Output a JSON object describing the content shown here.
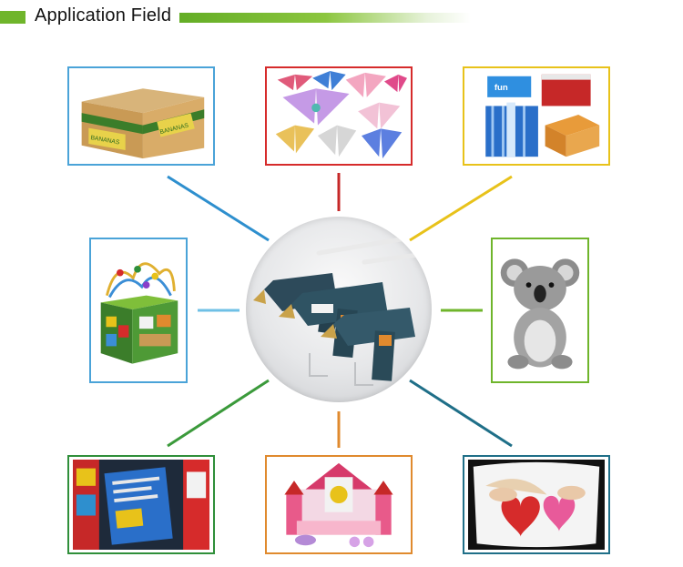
{
  "header": {
    "title": "Application Field",
    "accent_color": "#6fb52b"
  },
  "cards": [
    {
      "name": "cardboard-box",
      "label": "BANANAS",
      "border": "#4aa3d8"
    },
    {
      "name": "ribbon-bows",
      "border": "#d62b2b"
    },
    {
      "name": "gift-boxes",
      "label": "fun",
      "border": "#e8c21a"
    },
    {
      "name": "bead-maze-toy",
      "border": "#4aa3d8"
    },
    {
      "name": "koala-plush",
      "border": "#6fb52b"
    },
    {
      "name": "retail-packaging",
      "border": "#2f8f3a"
    },
    {
      "name": "castle-model",
      "border": "#e08a2e"
    },
    {
      "name": "heart-craft",
      "border": "#1f6f88"
    }
  ],
  "connector_colors": [
    "#2e8fce",
    "#c62828",
    "#e8c21a",
    "#6fc0e6",
    "#6fb52b",
    "#3b9a3b",
    "#e08a2e",
    "#1f6f88"
  ],
  "icons": [
    "glue-gun-icon"
  ]
}
